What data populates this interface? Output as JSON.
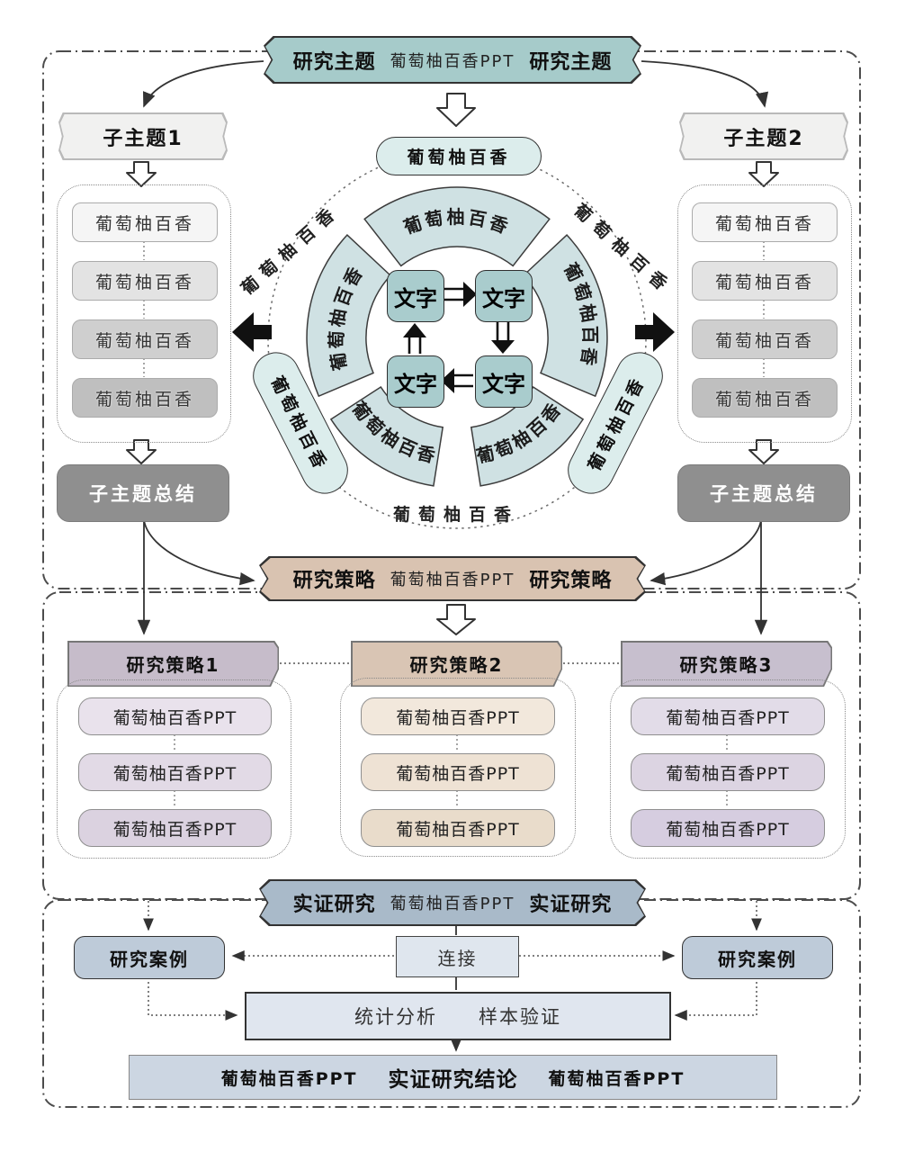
{
  "top_section": {
    "banner": {
      "left": "研究主题",
      "middle": "葡萄柚百香PPT",
      "right": "研究主题"
    },
    "subtopic_left": {
      "title": "子主题1",
      "items": [
        "葡萄柚百香",
        "葡萄柚百香",
        "葡萄柚百香",
        "葡萄柚百香"
      ],
      "summary": "子主题总结"
    },
    "subtopic_right": {
      "title": "子主题2",
      "items": [
        "葡萄柚百香",
        "葡萄柚百香",
        "葡萄柚百香",
        "葡萄柚百香"
      ],
      "summary": "子主题总结"
    },
    "cycle": {
      "top_pill": "葡萄柚百香",
      "ring_labels": {
        "upper_left": "葡萄柚百香",
        "upper_right": "葡萄柚百香",
        "bottom": "葡萄柚百香"
      },
      "arc_labels": {
        "top": "葡萄柚百香",
        "left": "葡萄柚百香",
        "right": "葡萄柚百香",
        "bottom_left": "葡萄柚百香",
        "bottom_right": "葡萄柚百香"
      },
      "side_pills": {
        "left": "葡萄柚百香",
        "right": "葡萄柚百香"
      },
      "center_boxes": [
        "文字",
        "文字",
        "文字",
        "文字"
      ]
    }
  },
  "strategy_section": {
    "banner": {
      "left": "研究策略",
      "middle": "葡萄柚百香PPT",
      "right": "研究策略"
    },
    "columns": [
      {
        "title": "研究策略1",
        "items": [
          "葡萄柚百香PPT",
          "葡萄柚百香PPT",
          "葡萄柚百香PPT"
        ]
      },
      {
        "title": "研究策略2",
        "items": [
          "葡萄柚百香PPT",
          "葡萄柚百香PPT",
          "葡萄柚百香PPT"
        ]
      },
      {
        "title": "研究策略3",
        "items": [
          "葡萄柚百香PPT",
          "葡萄柚百香PPT",
          "葡萄柚百香PPT"
        ]
      }
    ]
  },
  "empirical_section": {
    "banner": {
      "left": "实证研究",
      "middle": "葡萄柚百香PPT",
      "right": "实证研究"
    },
    "case_left": "研究案例",
    "case_right": "研究案例",
    "connector": "连接",
    "analysis": {
      "left": "统计分析",
      "right": "样本验证"
    },
    "conclusion": {
      "left": "葡萄柚百香PPT",
      "middle": "实证研究结论",
      "right": "葡萄柚百香PPT"
    }
  },
  "colors": {
    "teal_banner": "#a6cbca",
    "tan_banner": "#d9c3b1",
    "blue_banner": "#a9bac9",
    "summary_gray": "#8f8f8f",
    "cycle_box_teal": "#a9cccd",
    "arc_fill": "#cfe1e3",
    "pill_fill": "#dcedec",
    "mauve_header": "#c6bcca",
    "tan_header": "#d9c5b4",
    "purple_header": "#c7bfce",
    "case_fill": "#becbd9",
    "link_fill": "#dfe6ee",
    "stats_fill": "#e0e6ef",
    "conclusion_fill": "#ccd6e2"
  }
}
